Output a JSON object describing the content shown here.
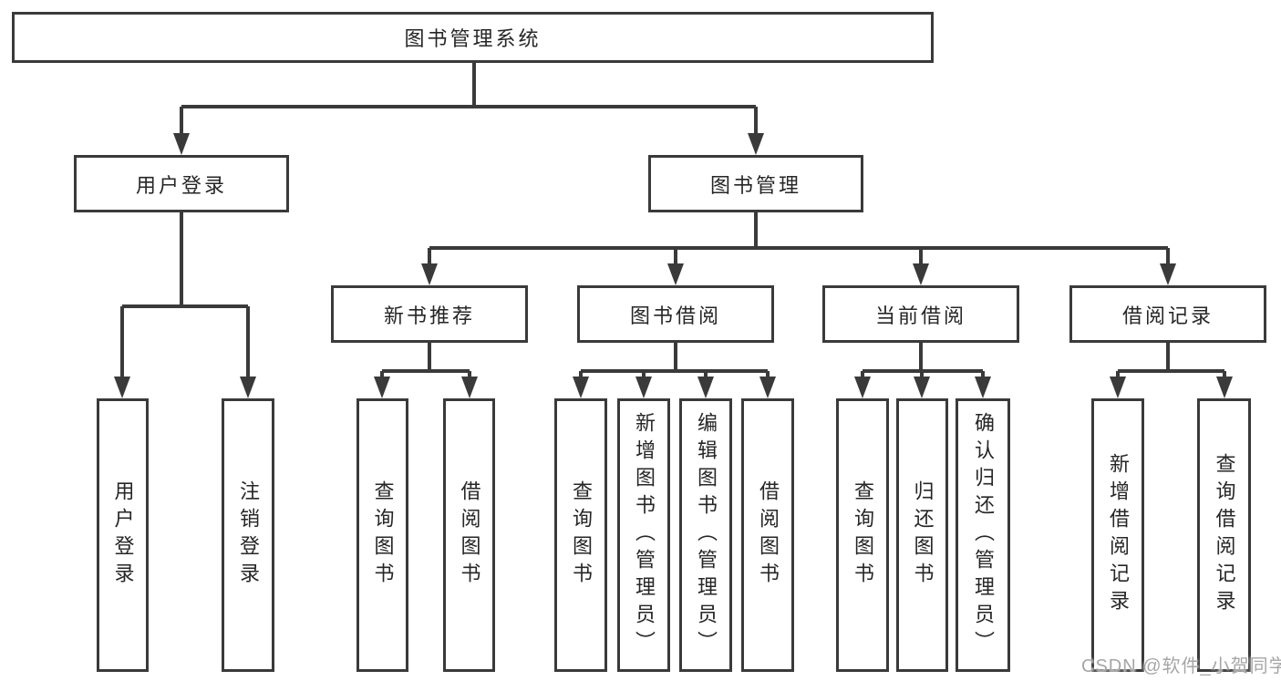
{
  "diagram": {
    "type": "hierarchy-tree",
    "title": "图书管理系统",
    "root": {
      "label": "图书管理系统",
      "children": [
        {
          "label": "用户登录",
          "children": [
            {
              "label": "用户登录"
            },
            {
              "label": "注销登录"
            }
          ]
        },
        {
          "label": "图书管理",
          "children": [
            {
              "label": "新书推荐",
              "children": [
                {
                  "label": "查询图书"
                },
                {
                  "label": "借阅图书"
                }
              ]
            },
            {
              "label": "图书借阅",
              "children": [
                {
                  "label": "查询图书"
                },
                {
                  "label": "新增图书（管理员）"
                },
                {
                  "label": "编辑图书（管理员）"
                },
                {
                  "label": "借阅图书"
                }
              ]
            },
            {
              "label": "当前借阅",
              "children": [
                {
                  "label": "查询图书"
                },
                {
                  "label": "归还图书"
                },
                {
                  "label": "确认归还（管理员）"
                }
              ]
            },
            {
              "label": "借阅记录",
              "children": [
                {
                  "label": "新增借阅记录"
                },
                {
                  "label": "查询借阅记录"
                }
              ]
            }
          ]
        }
      ]
    }
  },
  "watermark": {
    "text": "CSDN @软件_小贺同学"
  },
  "colors": {
    "line": "#3a3a3a",
    "box_border": "#3a3a3a",
    "text": "#262626",
    "background": "#ffffff",
    "watermark": "#a6a6a6"
  }
}
